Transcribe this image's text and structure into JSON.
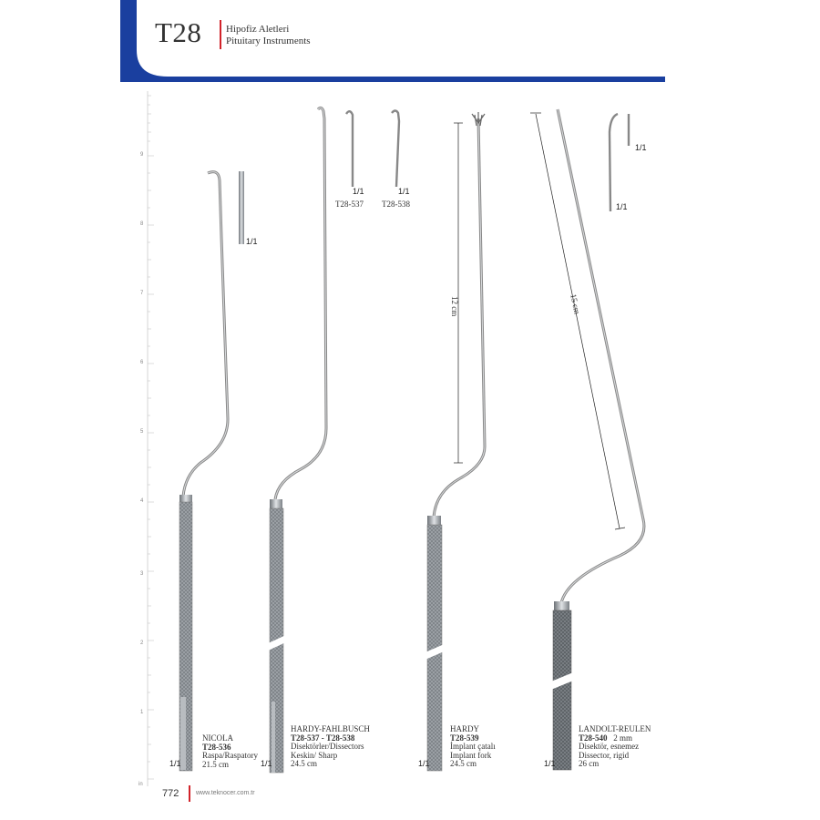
{
  "header": {
    "code": "T28",
    "title_tr": "Hipofiz Aletleri",
    "title_en": "Pituitary Instruments",
    "accent_color": "#1a3f9f",
    "separator_color": "#d2232a"
  },
  "ruler": {
    "numbers": [
      "9",
      "8",
      "7",
      "6",
      "5",
      "4",
      "3",
      "2",
      "1"
    ],
    "unit": "in"
  },
  "instruments": [
    {
      "name": "NICOLA",
      "code": "T28-536",
      "desc": [
        "Raspa/Raspatory",
        "21.5 cm"
      ],
      "scale": "1/1",
      "detail_scale": "1/1"
    },
    {
      "name": "HARDY-FAHLBUSCH",
      "code": "T28-537 - T28-538",
      "desc": [
        "Disektörler/Dissectors",
        "Keskin/ Sharp",
        "24.5 cm"
      ],
      "scale": "1/1",
      "details": [
        {
          "code": "T28-537",
          "scale": "1/1"
        },
        {
          "code": "T28-538",
          "scale": "1/1"
        }
      ]
    },
    {
      "name": "HARDY",
      "code": "T28-539",
      "desc": [
        "İmplant çatalı",
        "Implant fork",
        "24.5 cm"
      ],
      "scale": "1/1",
      "measure": "12 cm"
    },
    {
      "name": "LANDOLT-REULEN",
      "code": "T28-540",
      "code_extra": "2 mm",
      "desc": [
        "Disektör, esnemez",
        "Dissector, rigid",
        "26 cm"
      ],
      "scale": "1/1",
      "measure": "15 cm",
      "detail_scales": [
        "1/1",
        "1/1"
      ]
    }
  ],
  "footer": {
    "page_number": "772",
    "website": "www.teknocer.com.tr"
  }
}
